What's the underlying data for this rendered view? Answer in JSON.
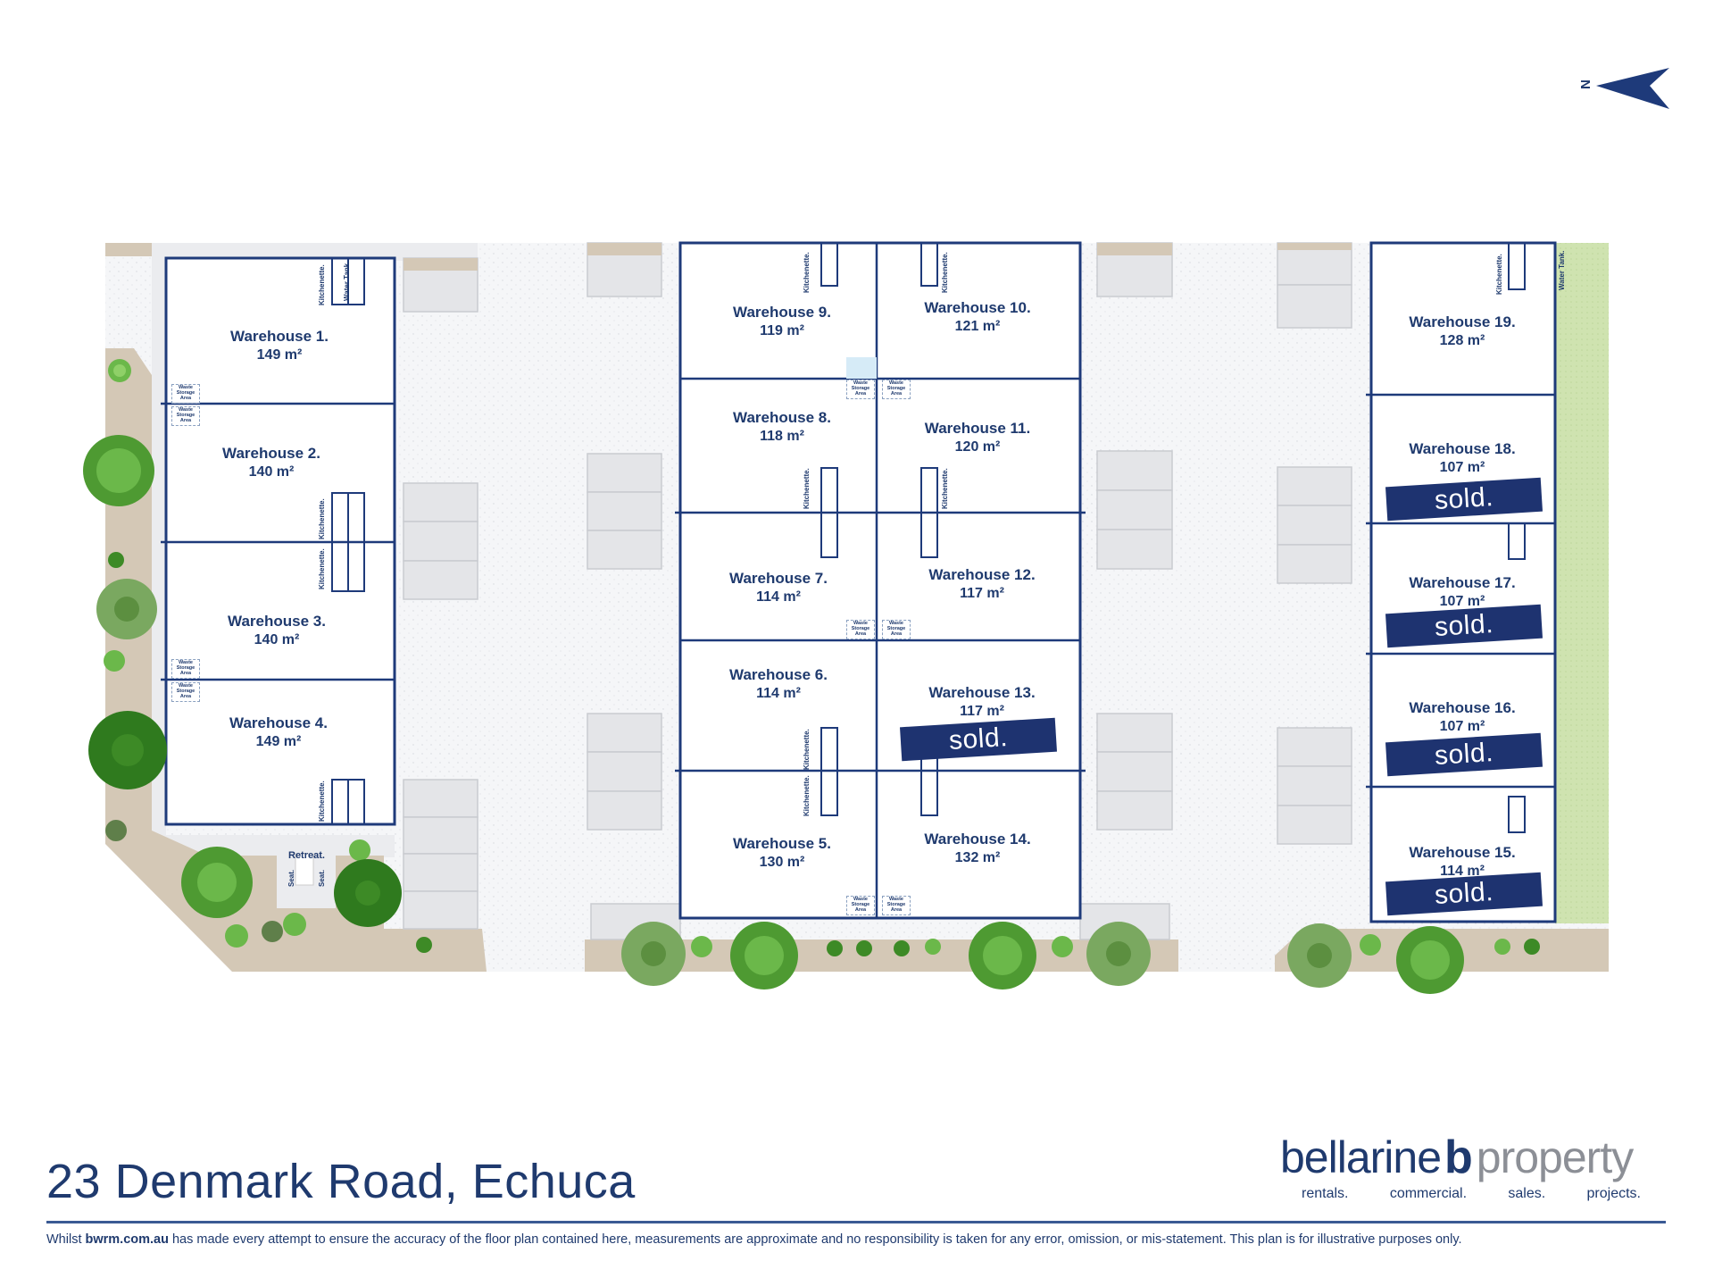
{
  "title": "23 Denmark Road, Echuca",
  "north_label": "N",
  "logo": {
    "word1": "bellarine",
    "mark": "b",
    "word2": "property",
    "tagline": [
      "rentals.",
      "commercial.",
      "sales.",
      "projects."
    ]
  },
  "disclaimer": {
    "prefix": "Whilst ",
    "site": "bwrm.com.au",
    "text": " has made every attempt to ensure the accuracy of the floor plan contained here, measurements are approximate and no responsibility is taken for any error, omission, or mis-statement. This plan is for illustrative purposes only."
  },
  "labels": {
    "sold": "sold.",
    "kitchenette": "Kitchenette.",
    "water_tank": "Water Tank.",
    "waste_storage": "Waste Storage Area",
    "retreat": "Retreat.",
    "seat": "Seat."
  },
  "warehouses": [
    {
      "name": "Warehouse 1.",
      "area": "149 m²",
      "sold": false
    },
    {
      "name": "Warehouse 2.",
      "area": "140 m²",
      "sold": false
    },
    {
      "name": "Warehouse 3.",
      "area": "140 m²",
      "sold": false
    },
    {
      "name": "Warehouse 4.",
      "area": "149 m²",
      "sold": false
    },
    {
      "name": "Warehouse 5.",
      "area": "130 m²",
      "sold": false
    },
    {
      "name": "Warehouse 6.",
      "area": "114 m²",
      "sold": false
    },
    {
      "name": "Warehouse 7.",
      "area": "114 m²",
      "sold": false
    },
    {
      "name": "Warehouse 8.",
      "area": "118 m²",
      "sold": false
    },
    {
      "name": "Warehouse 9.",
      "area": "119 m²",
      "sold": false
    },
    {
      "name": "Warehouse 10.",
      "area": "121 m²",
      "sold": false
    },
    {
      "name": "Warehouse 11.",
      "area": "120 m²",
      "sold": false
    },
    {
      "name": "Warehouse 12.",
      "area": "117 m²",
      "sold": false
    },
    {
      "name": "Warehouse 13.",
      "area": "117 m²",
      "sold": true
    },
    {
      "name": "Warehouse 14.",
      "area": "132 m²",
      "sold": false
    },
    {
      "name": "Warehouse 15.",
      "area": "114 m²",
      "sold": true
    },
    {
      "name": "Warehouse 16.",
      "area": "107 m²",
      "sold": true
    },
    {
      "name": "Warehouse 17.",
      "area": "107 m²",
      "sold": true
    },
    {
      "name": "Warehouse 18.",
      "area": "107 m²",
      "sold": true
    },
    {
      "name": "Warehouse 19.",
      "area": "128 m²",
      "sold": false
    }
  ],
  "colors": {
    "navy": "#1f3a6e",
    "sold_banner": "#1e3370",
    "landscape": "#d4c8b6",
    "lawn": "#cfe3b0"
  }
}
